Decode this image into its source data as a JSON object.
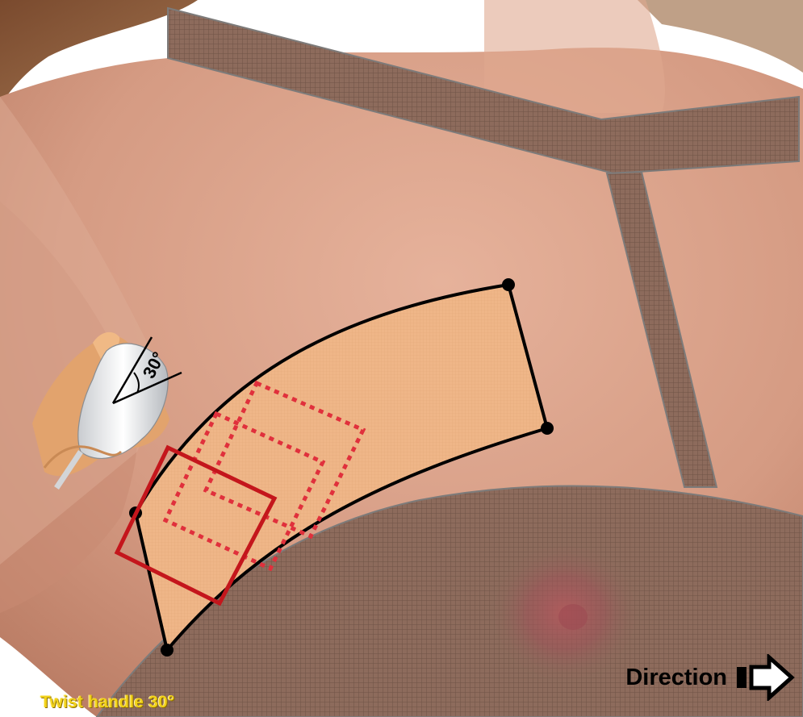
{
  "figure": {
    "angle_label": "30°",
    "caption": "Twist handle 30°",
    "direction_label": "Direction",
    "direction_icon": "right-arrow-icon"
  },
  "colors": {
    "background": "#ffffff",
    "skin": "#d9a18a",
    "skin_shadow": "#b87a62",
    "masked_zone": "#8c6a5b",
    "treatment_zone": "#f1b98c",
    "outline": "#000000",
    "placement_solid": "#c4161c",
    "placement_dotted": "#e0303c",
    "caption": "#f2d21b"
  }
}
